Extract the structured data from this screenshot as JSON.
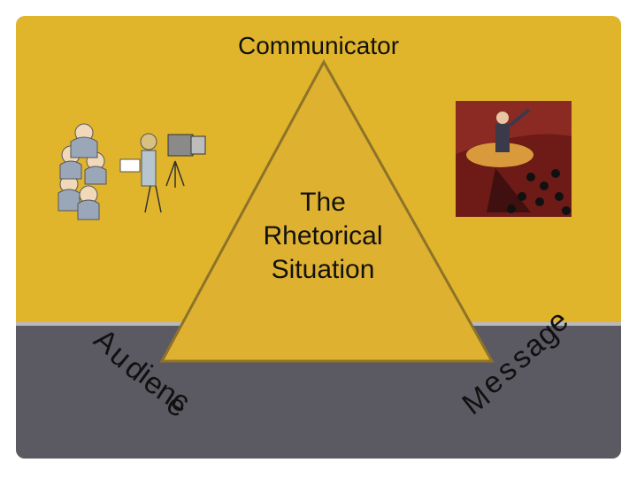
{
  "diagram": {
    "top_label": "Communicator",
    "center_label_lines": [
      "The",
      "Rhetorical",
      "Situation"
    ],
    "left_arc_word": "Audience",
    "right_arc_word": "Message"
  },
  "colors": {
    "background_gold": "#e0b52c",
    "triangle_fill": "#dfb130",
    "triangle_stroke": "#8c7328",
    "bottom_band": "#5b5a63"
  },
  "images": {
    "left_illustration": "audience-cartoon-people",
    "right_photo": "speaker-at-podium"
  }
}
